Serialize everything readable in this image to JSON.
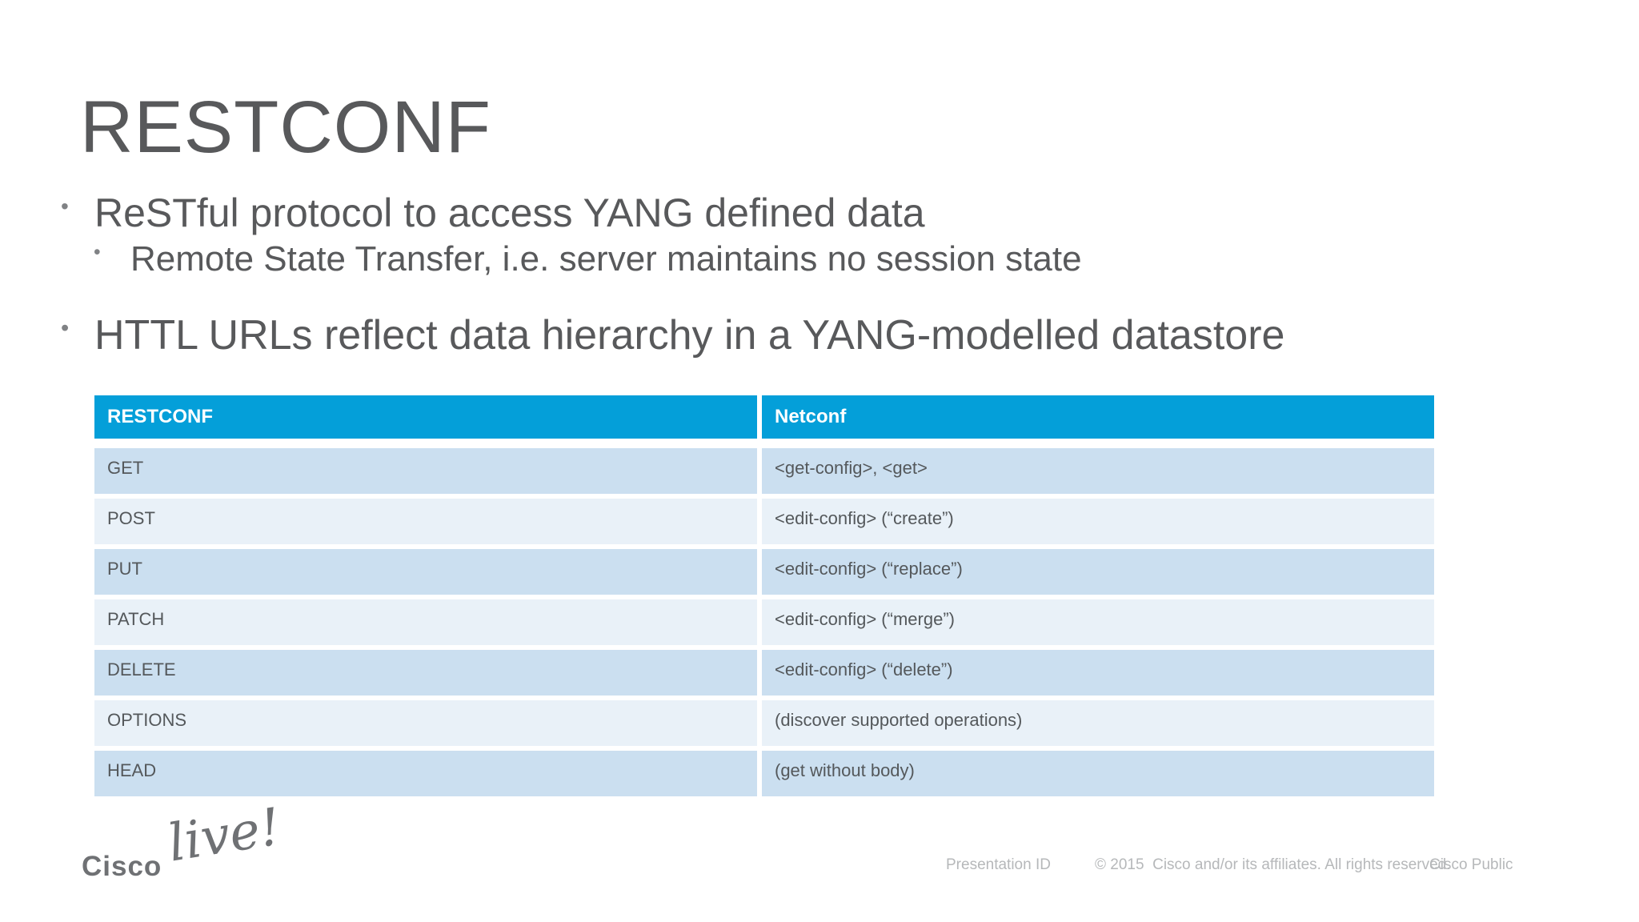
{
  "slide": {
    "title": "RESTCONF",
    "bullet_icon": "•",
    "bullets": [
      {
        "level": 1,
        "text": "ReSTful protocol to access YANG defined data"
      },
      {
        "level": 2,
        "text": "Remote State Transfer, i.e. server maintains no session state"
      },
      {
        "level": 1,
        "text": "HTTL URLs reflect data hierarchy in a YANG-modelled datastore"
      }
    ]
  },
  "table": {
    "headers": [
      "RESTCONF",
      "Netconf"
    ],
    "rows": [
      [
        "GET",
        "<get-config>, <get>"
      ],
      [
        "POST",
        "<edit-config> (“create”)"
      ],
      [
        "PUT",
        "<edit-config> (“replace”)"
      ],
      [
        "PATCH",
        "<edit-config> (“merge”)"
      ],
      [
        "DELETE",
        "<edit-config> (“delete”)"
      ],
      [
        "OPTIONS",
        "(discover supported operations)"
      ],
      [
        "HEAD",
        "(get without body)"
      ]
    ]
  },
  "footer": {
    "logo_text": "Cisco",
    "logo_script": "live!",
    "presentation_id": "Presentation ID",
    "copyright": "© 2015  Cisco and/or its affiliates. All rights reserved.",
    "classification": "Cisco Public"
  },
  "colors": {
    "header_blue": "#049fd9",
    "row_dark": "#cbdff0",
    "row_light": "#e9f1f8",
    "text_gray": "#58595b",
    "cell_text": "#54585b",
    "footer_gray": "#b6b8ba",
    "logo_gray": "#6f7174"
  }
}
